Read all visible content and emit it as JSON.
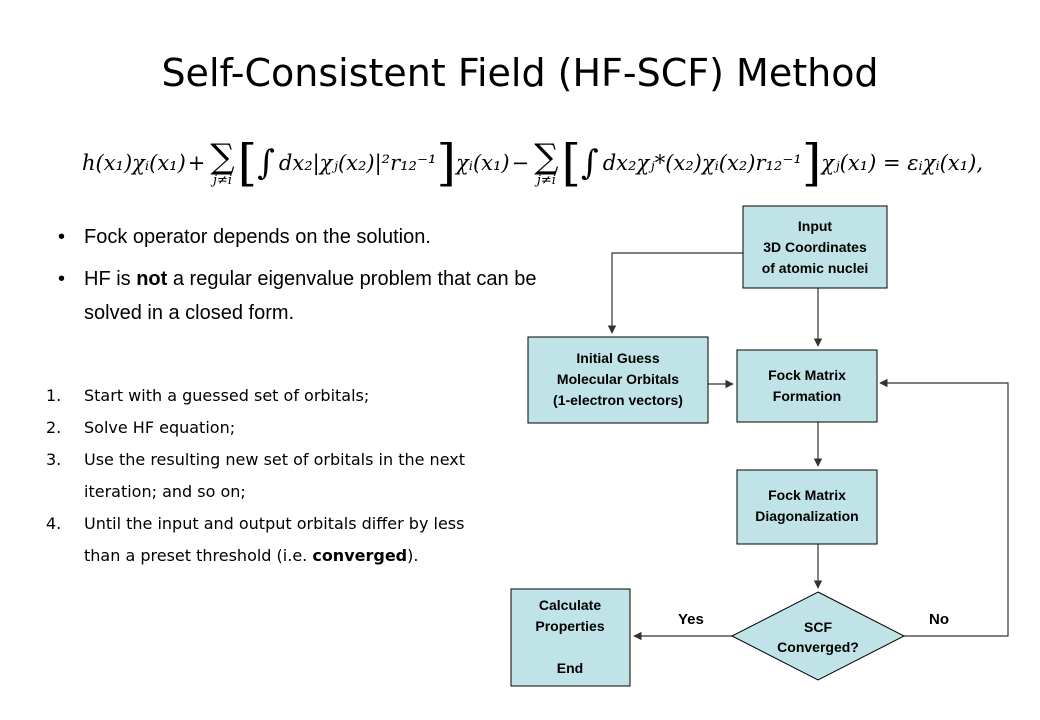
{
  "title": "Self-Consistent Field (HF-SCF) Method",
  "equation": {
    "t1": "h(x₁)χᵢ(x₁)",
    "plus": "+",
    "minus": "−",
    "sum_sub": "j≠i",
    "int1": "dx₂|χⱼ(x₂)|²r₁₂⁻¹",
    "after1": "χᵢ(x₁)",
    "int2": "dx₂χⱼ*(x₂)χᵢ(x₂)r₁₂⁻¹",
    "after2": "χⱼ(x₁) = εᵢχᵢ(x₁),"
  },
  "bullets": [
    {
      "text": "Fock operator depends on the solution."
    },
    {
      "pre": "HF is ",
      "bold": "not",
      "post": " a regular eigenvalue problem that can be solved in a closed form."
    }
  ],
  "steps": [
    {
      "num": "1.",
      "text": "Start with a guessed set of orbitals;"
    },
    {
      "num": "2.",
      "text": "Solve HF equation;"
    },
    {
      "num": "3.",
      "text": "Use the resulting new set of orbitals in the next iteration; and so on;"
    },
    {
      "num": "4.",
      "pre": "Until the input and output orbitals differ by less than a preset threshold (i.e. ",
      "bold": "converged",
      "post": ")."
    }
  ],
  "flowchart": {
    "input": [
      "Input",
      "3D Coordinates",
      "of atomic nuclei"
    ],
    "guess": [
      "Initial Guess",
      "Molecular Orbitals",
      "(1-electron vectors)"
    ],
    "formation": [
      "Fock Matrix",
      "Formation"
    ],
    "diag": [
      "Fock Matrix",
      "Diagonalization"
    ],
    "decision": [
      "SCF",
      "Converged?"
    ],
    "calc": [
      "Calculate",
      "Properties",
      "",
      "End"
    ],
    "yes": "Yes",
    "no": "No",
    "box_color": "#bfe3e7"
  }
}
